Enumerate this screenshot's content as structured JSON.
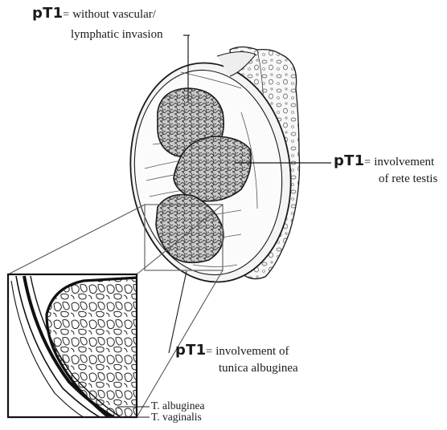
{
  "labels": {
    "top": {
      "tag": "pT1",
      "eq": "=",
      "line1": "without vascular/",
      "line2": "lymphatic invasion"
    },
    "right": {
      "tag": "pT1",
      "eq": "=",
      "line1": "involvement",
      "line2": "of rete testis"
    },
    "bottom": {
      "tag": "pT1",
      "eq": "=",
      "line1": "involvement of",
      "line2": "tunica albuginea"
    },
    "layers": {
      "albuginea": "T. albuginea",
      "vaginalis": "T. vaginalis"
    }
  },
  "colors": {
    "ink": "#1a1a1a",
    "tumor": "#bdbdbd",
    "tissue": "#f7f7f7",
    "background": "#ffffff"
  }
}
